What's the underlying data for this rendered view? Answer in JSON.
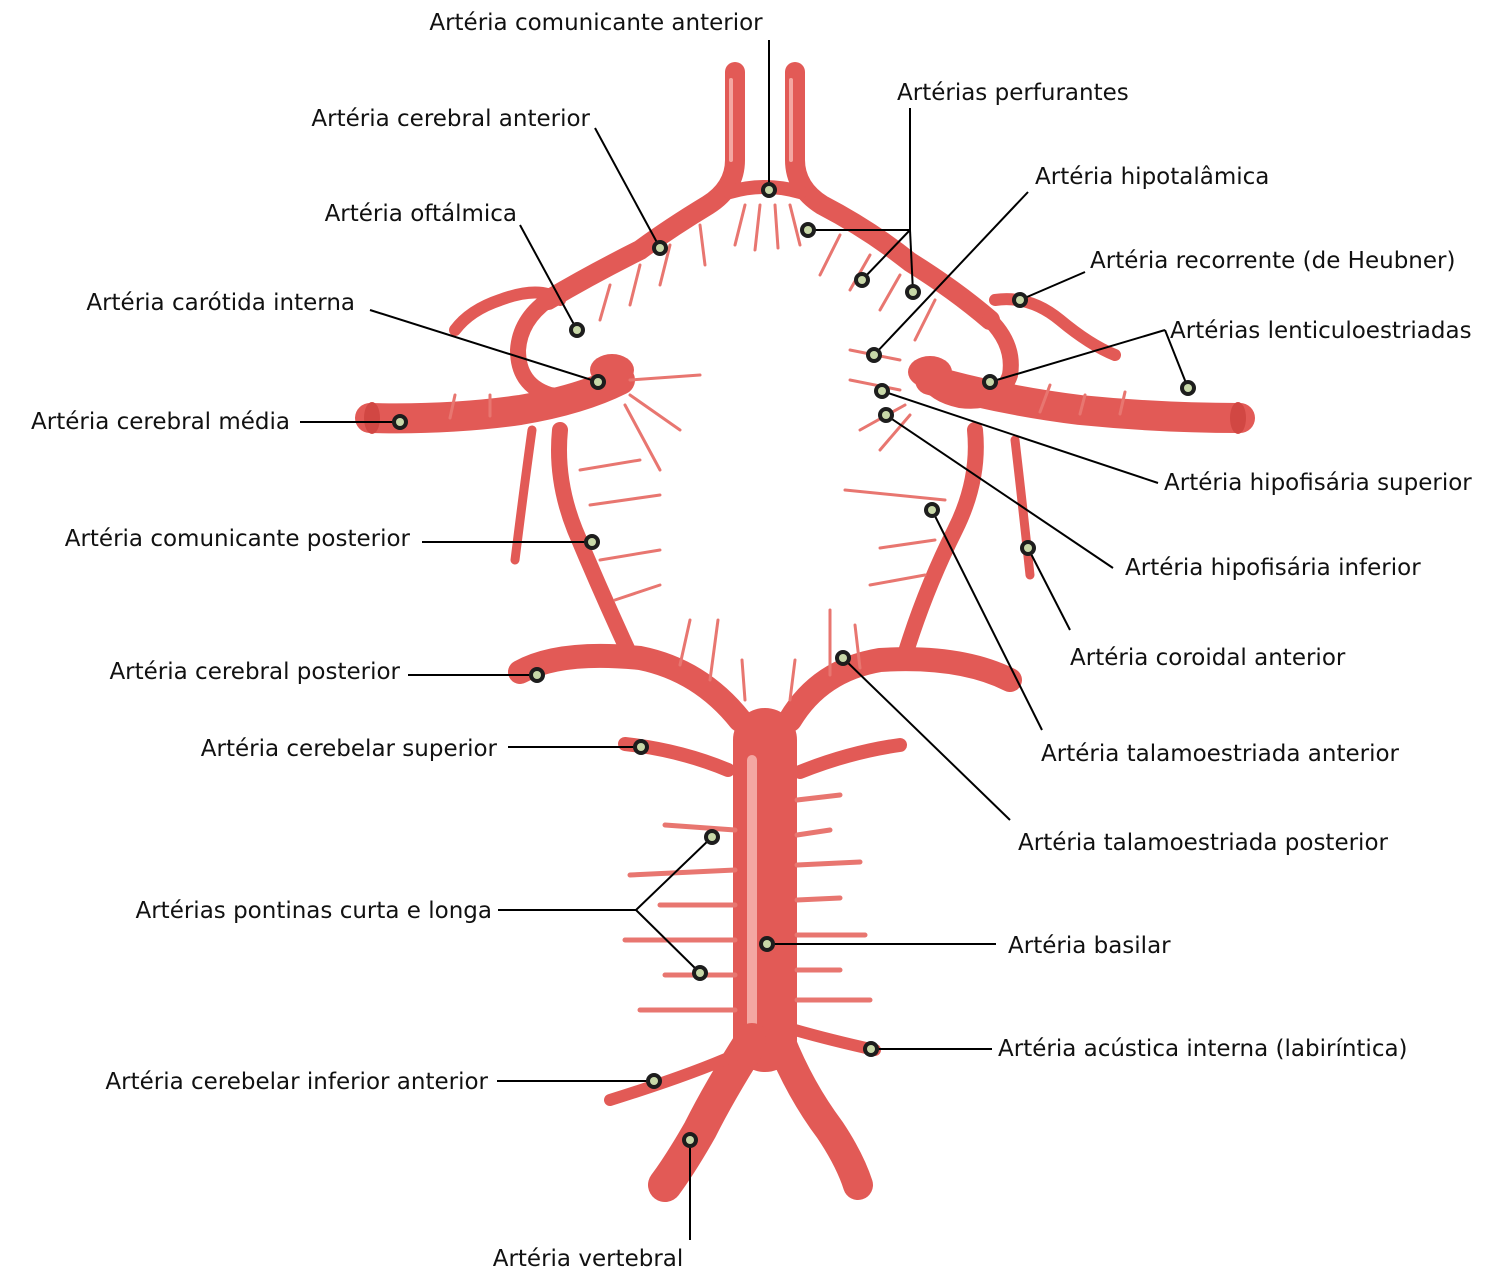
{
  "colors": {
    "vessel": "#e25a56",
    "vessel_highlight": "#f4a7a2",
    "branch": "#e87670",
    "leader_line": "#000000",
    "marker_ring": "#1d1d1d",
    "marker_core": "#c8d8a8",
    "background": "#ffffff"
  },
  "labels": {
    "comunicante_anterior": "Artéria comunicante anterior",
    "cerebral_anterior": "Artéria cerebral anterior",
    "perfurantes": "Artérias perfurantes",
    "hipotalamica": "Artéria hipotalâmica",
    "oftalmica": "Artéria oftálmica",
    "recorrente": "Artéria recorrente (de Heubner)",
    "carotida_interna": "Artéria carótida interna",
    "lenticuloestriadas": "Artérias lenticuloestriadas",
    "cerebral_media": "Artéria cerebral média",
    "hipofisaria_superior": "Artéria hipofisária superior",
    "comunicante_posterior": "Artéria comunicante posterior",
    "hipofisaria_inferior": "Artéria hipofisária inferior",
    "coroidal_anterior": "Artéria coroidal anterior",
    "cerebral_posterior": "Artéria cerebral posterior",
    "cerebelar_superior": "Artéria cerebelar superior",
    "talamoestriada_anterior": "Artéria talamoestriada anterior",
    "talamoestriada_posterior": "Artéria talamoestriada posterior",
    "pontinas": "Artérias pontinas curta e longa",
    "basilar": "Artéria basilar",
    "acustica_interna": "Artéria acústica interna (labiríntica)",
    "cerebelar_inferior_anterior": "Artéria cerebelar inferior anterior",
    "vertebral": "Artéria vertebral"
  }
}
